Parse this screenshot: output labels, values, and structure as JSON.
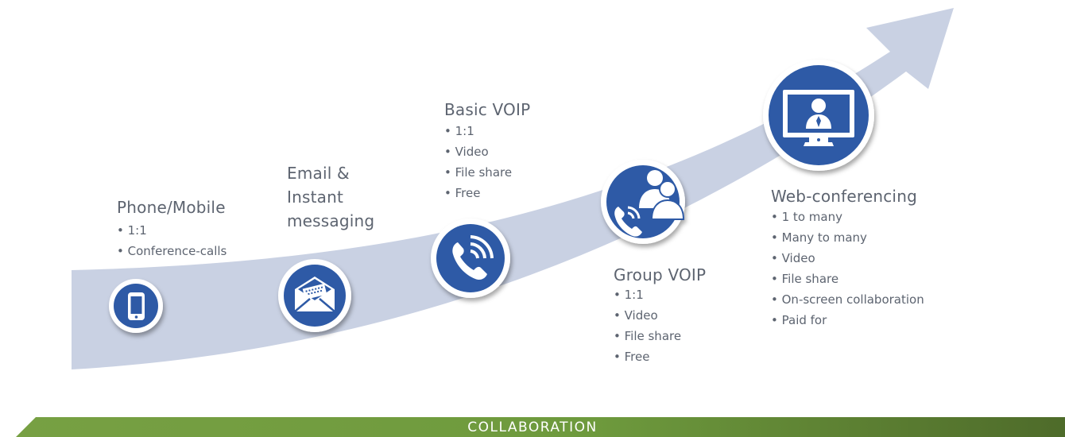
{
  "colors": {
    "arrow": "#c9d1e3",
    "icon_blue": "#2d5aa6",
    "ring_white": "#ffffff",
    "text": "#5d6470",
    "bar_green_light": "#77a043",
    "bar_green_dark": "#4e6b2a"
  },
  "stages": [
    {
      "title": [
        "Phone/Mobile"
      ],
      "bullets": [
        "1:1",
        "Conference-calls"
      ],
      "icon": "mobile-phone-icon"
    },
    {
      "title": [
        "Email &",
        "Instant",
        "messaging"
      ],
      "bullets": [],
      "icon": "envelope-icon"
    },
    {
      "title": [
        "Basic VOIP"
      ],
      "bullets": [
        "1:1",
        "Video",
        "File share",
        "Free"
      ],
      "icon": "phone-wifi-icon"
    },
    {
      "title": [
        "Group VOIP"
      ],
      "bullets": [
        "1:1",
        "Video",
        "File share",
        "Free"
      ],
      "icon": "group-call-icon"
    },
    {
      "title": [
        "Web-conferencing"
      ],
      "bullets": [
        "1 to many",
        "Many to many",
        "Video",
        "File share",
        "On-screen collaboration",
        "Paid for"
      ],
      "icon": "monitor-presenter-icon"
    }
  ],
  "footer": {
    "label": "COLLABORATION"
  }
}
